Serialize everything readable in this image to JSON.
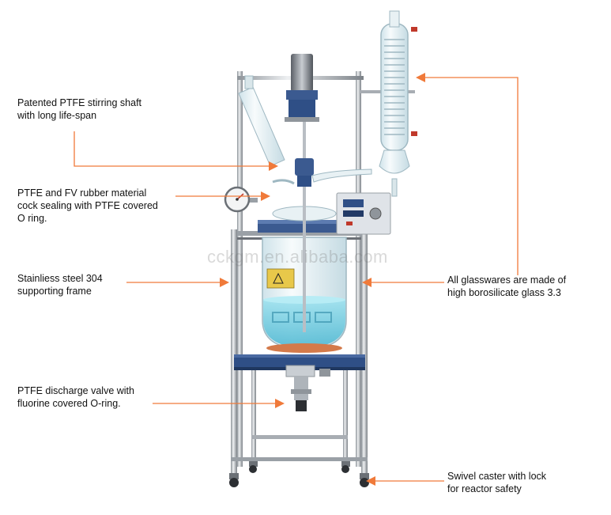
{
  "callouts": [
    {
      "id": "stirring-shaft",
      "lines": [
        "Patented PTFE stirring shaft",
        "with long life-span"
      ]
    },
    {
      "id": "cock-sealing",
      "lines": [
        "PTFE and FV rubber material",
        "cock sealing with PTFE covered",
        "O ring."
      ]
    },
    {
      "id": "frame",
      "lines": [
        "Stainliess steel 304",
        "supporting frame"
      ]
    },
    {
      "id": "discharge-valve",
      "lines": [
        "PTFE discharge valve with",
        "fluorine covered O-ring."
      ]
    },
    {
      "id": "glassware",
      "lines": [
        "All glasswares are made of",
        "high borosilicate glass 3.3"
      ]
    },
    {
      "id": "caster",
      "lines": [
        "Swivel caster with lock",
        "for reactor safety"
      ]
    }
  ],
  "watermark": "cckgm.en.alibaba.com",
  "colors": {
    "arrow": "#f07a3a",
    "liquid": "#7fd3e6",
    "frame": "#b9bec4",
    "frame_dark": "#6b7076",
    "blue_support": "#2f4f86",
    "glass": "#e6f1f5",
    "controller": "#dfe3e8"
  },
  "icons": [
    "arrow-head-icon",
    "pressure-gauge-icon",
    "motor-icon",
    "condenser-icon",
    "caster-wheel-icon"
  ]
}
